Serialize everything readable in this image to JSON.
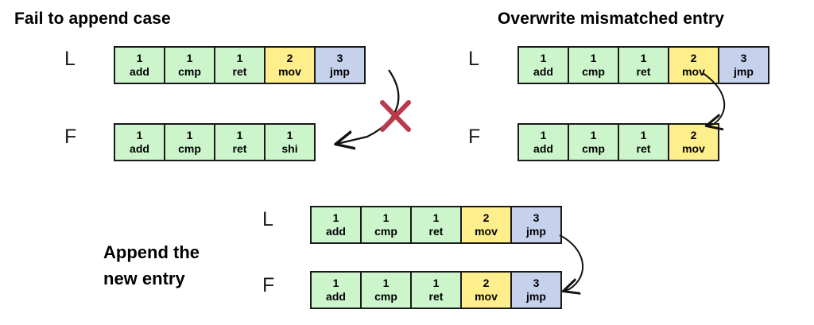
{
  "palette": {
    "green": "#ccf5cc",
    "yellow": "#ffee8c",
    "blue": "#c6d2ec",
    "border": "#1a1a1a",
    "red_x": "#b93a4a",
    "arrow": "#111111",
    "text": "#000000",
    "background": "#ffffff"
  },
  "panels": {
    "fail": {
      "title": "Fail to append case",
      "leader_label": "L",
      "follower_label": "F",
      "leader_entries": [
        {
          "term": "1",
          "op": "add",
          "color": "green"
        },
        {
          "term": "1",
          "op": "cmp",
          "color": "green"
        },
        {
          "term": "1",
          "op": "ret",
          "color": "green"
        },
        {
          "term": "2",
          "op": "mov",
          "color": "yellow"
        },
        {
          "term": "3",
          "op": "jmp",
          "color": "blue"
        }
      ],
      "follower_entries": [
        {
          "term": "1",
          "op": "add",
          "color": "green"
        },
        {
          "term": "1",
          "op": "cmp",
          "color": "green"
        },
        {
          "term": "1",
          "op": "ret",
          "color": "green"
        },
        {
          "term": "1",
          "op": "shi",
          "color": "green"
        }
      ],
      "marker": "red-x"
    },
    "overwrite": {
      "title": "Overwrite mismatched entry",
      "leader_label": "L",
      "follower_label": "F",
      "leader_entries": [
        {
          "term": "1",
          "op": "add",
          "color": "green"
        },
        {
          "term": "1",
          "op": "cmp",
          "color": "green"
        },
        {
          "term": "1",
          "op": "ret",
          "color": "green"
        },
        {
          "term": "2",
          "op": "mov",
          "color": "yellow"
        },
        {
          "term": "3",
          "op": "jmp",
          "color": "blue"
        }
      ],
      "follower_entries": [
        {
          "term": "1",
          "op": "add",
          "color": "green"
        },
        {
          "term": "1",
          "op": "cmp",
          "color": "green"
        },
        {
          "term": "1",
          "op": "ret",
          "color": "green"
        },
        {
          "term": "2",
          "op": "mov",
          "color": "yellow"
        }
      ],
      "marker": "none"
    },
    "append": {
      "caption_line1": "Append the",
      "caption_line2": "new entry",
      "leader_label": "L",
      "follower_label": "F",
      "leader_entries": [
        {
          "term": "1",
          "op": "add",
          "color": "green"
        },
        {
          "term": "1",
          "op": "cmp",
          "color": "green"
        },
        {
          "term": "1",
          "op": "ret",
          "color": "green"
        },
        {
          "term": "2",
          "op": "mov",
          "color": "yellow"
        },
        {
          "term": "3",
          "op": "jmp",
          "color": "blue"
        }
      ],
      "follower_entries": [
        {
          "term": "1",
          "op": "add",
          "color": "green"
        },
        {
          "term": "1",
          "op": "cmp",
          "color": "green"
        },
        {
          "term": "1",
          "op": "ret",
          "color": "green"
        },
        {
          "term": "2",
          "op": "mov",
          "color": "yellow"
        },
        {
          "term": "3",
          "op": "jmp",
          "color": "blue"
        }
      ],
      "marker": "none"
    }
  }
}
